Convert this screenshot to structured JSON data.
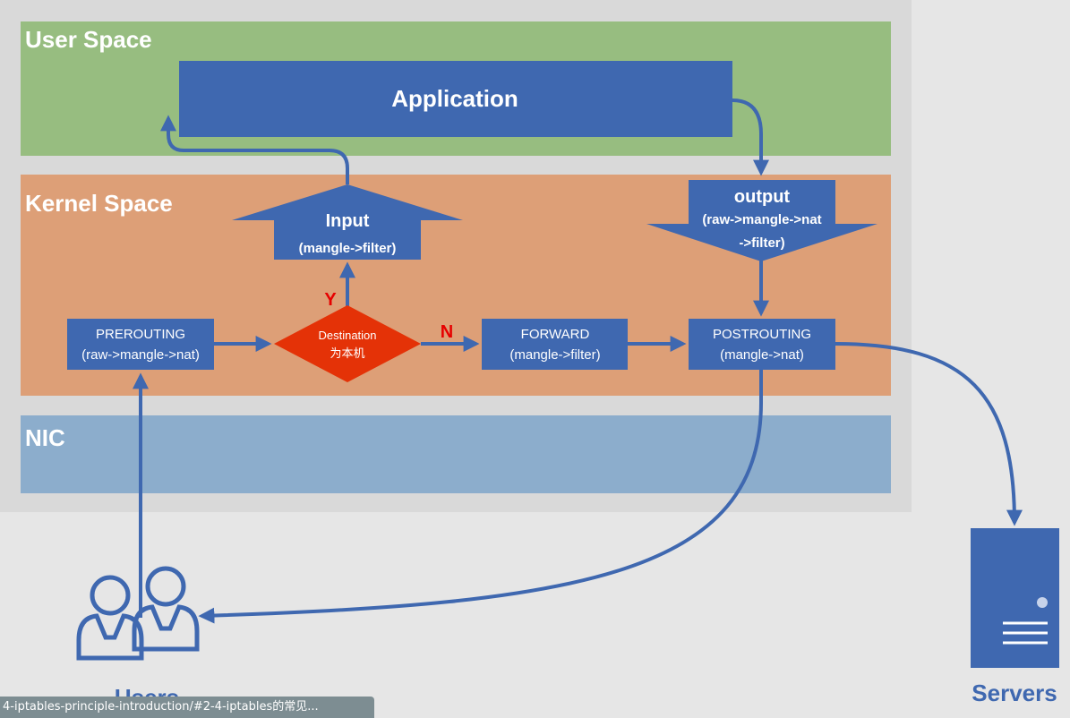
{
  "colors": {
    "background": "#e6e6e6",
    "frame": "#d9d9d9",
    "user_space": "#97bd80",
    "kernel_space": "#dd9f77",
    "nic": "#8cadcc",
    "box": "#3f68b0",
    "decision": "#e43207",
    "decision_label": "#e60000",
    "line": "#3f68b0"
  },
  "regions": {
    "user_space": "User Space",
    "kernel_space": "Kernel Space",
    "nic": "NIC"
  },
  "nodes": {
    "application": "Application",
    "input_title": "Input",
    "input_sub": "(mangle->filter)",
    "output_title": "output",
    "output_sub1": "(raw->mangle->nat",
    "output_sub2": "->filter)",
    "prerouting_title": "PREROUTING",
    "prerouting_sub": "(raw->mangle->nat)",
    "decision_title": "Destination",
    "decision_sub": "为本机",
    "forward_title": "FORWARD",
    "forward_sub": "(mangle->filter)",
    "postrouting_title": "POSTROUTING",
    "postrouting_sub": "(mangle->nat)"
  },
  "branch_labels": {
    "yes": "Y",
    "no": "N"
  },
  "actors": {
    "users": "Users",
    "servers": "Servers"
  },
  "status_bar": {
    "url": "4-iptables-principle-introduction/#2-4-iptables的常见..."
  },
  "icons": {
    "users": "users-icon",
    "servers": "server-icon"
  }
}
